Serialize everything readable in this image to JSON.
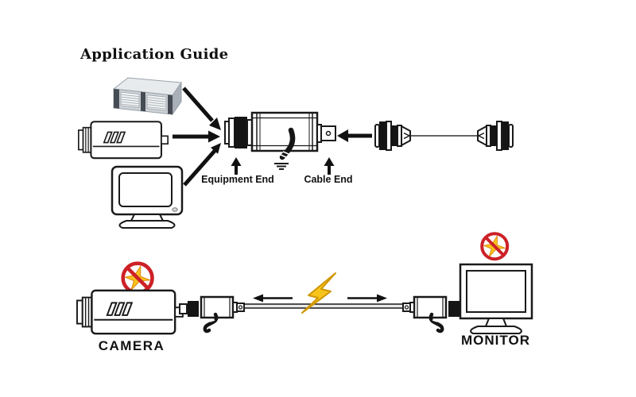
{
  "title": "Application Guide",
  "top_diagram": {
    "equipment_end_label": "Equipment End",
    "cable_end_label": "Cable End",
    "icons": [
      "dvr-icon",
      "box-camera-icon",
      "crt-monitor-icon",
      "surge-protector-icon",
      "ground-wire-icon",
      "bnc-cable-icon"
    ]
  },
  "bottom_diagram": {
    "camera_label": "CAMERA",
    "monitor_label": "MONITOR",
    "icons": [
      "no-surge-icon",
      "box-camera-icon",
      "inline-surge-protector-icon",
      "lightning-bolt-icon",
      "inline-surge-protector-icon",
      "lcd-monitor-icon",
      "no-surge-icon"
    ]
  },
  "colors": {
    "line": "#1a1a1a",
    "prohibition_red": "#cc2127",
    "bolt_fill": "#f7c41c",
    "bolt_outline": "#cf9700"
  }
}
